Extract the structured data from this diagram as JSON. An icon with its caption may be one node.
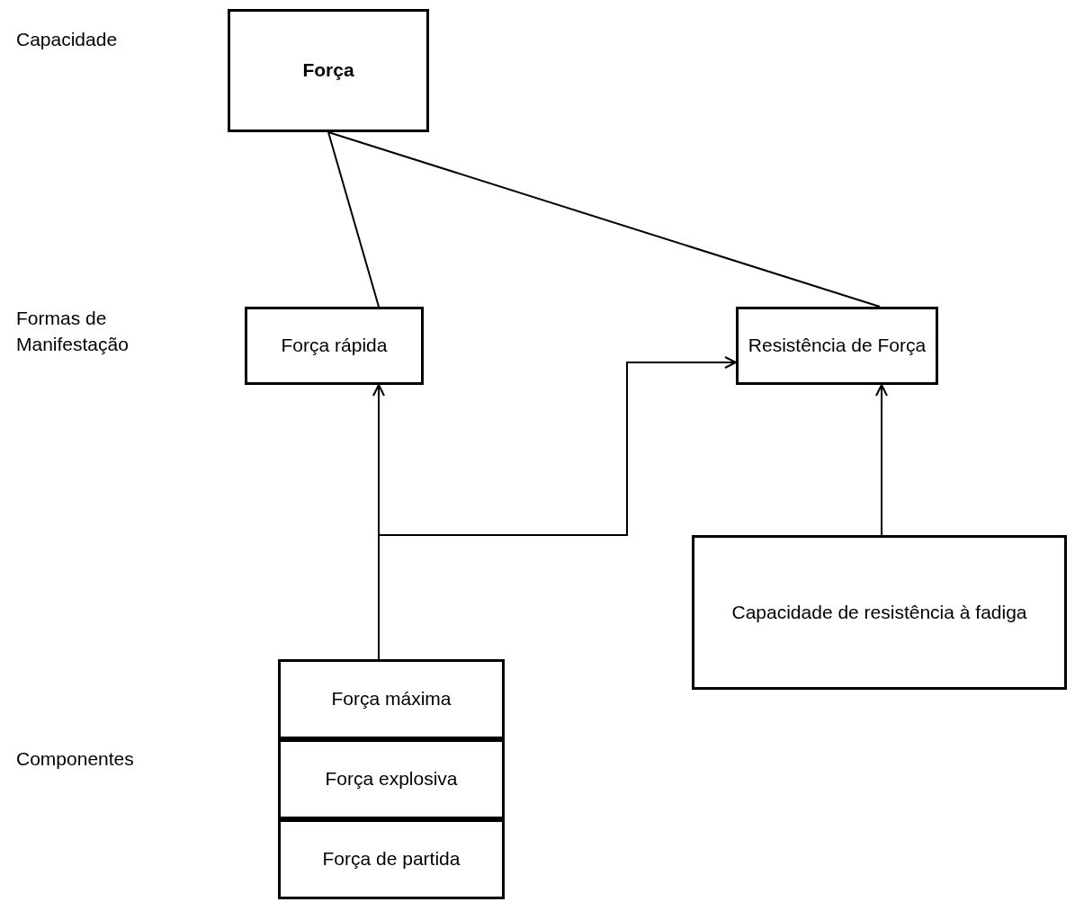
{
  "diagram": {
    "nodes": [
      {
        "text": [
          "Força"
        ]
      },
      {
        "text": [
          "Força rápida"
        ]
      },
      {
        "text": [
          "Resistência de Força"
        ]
      },
      {
        "text": [
          "Capacidade de resistência à fadiga"
        ]
      },
      {
        "text": [
          "Força máxima"
        ]
      },
      {
        "text": [
          "Força explosiva"
        ]
      },
      {
        "text": [
          "Força de partida"
        ]
      }
    ],
    "edges": [
      {
        "from": 0,
        "to": 1,
        "arrow": "none"
      },
      {
        "from": 0,
        "to": 2,
        "arrow": "none"
      },
      {
        "from": 4,
        "to": 1,
        "arrow": "to"
      },
      {
        "from": 4,
        "to": 2,
        "arrow": "to"
      },
      {
        "from": 3,
        "to": 2,
        "arrow": "to"
      }
    ],
    "labels": [
      "Capacidade",
      "Formas de Manifestação",
      "Componentes"
    ]
  }
}
